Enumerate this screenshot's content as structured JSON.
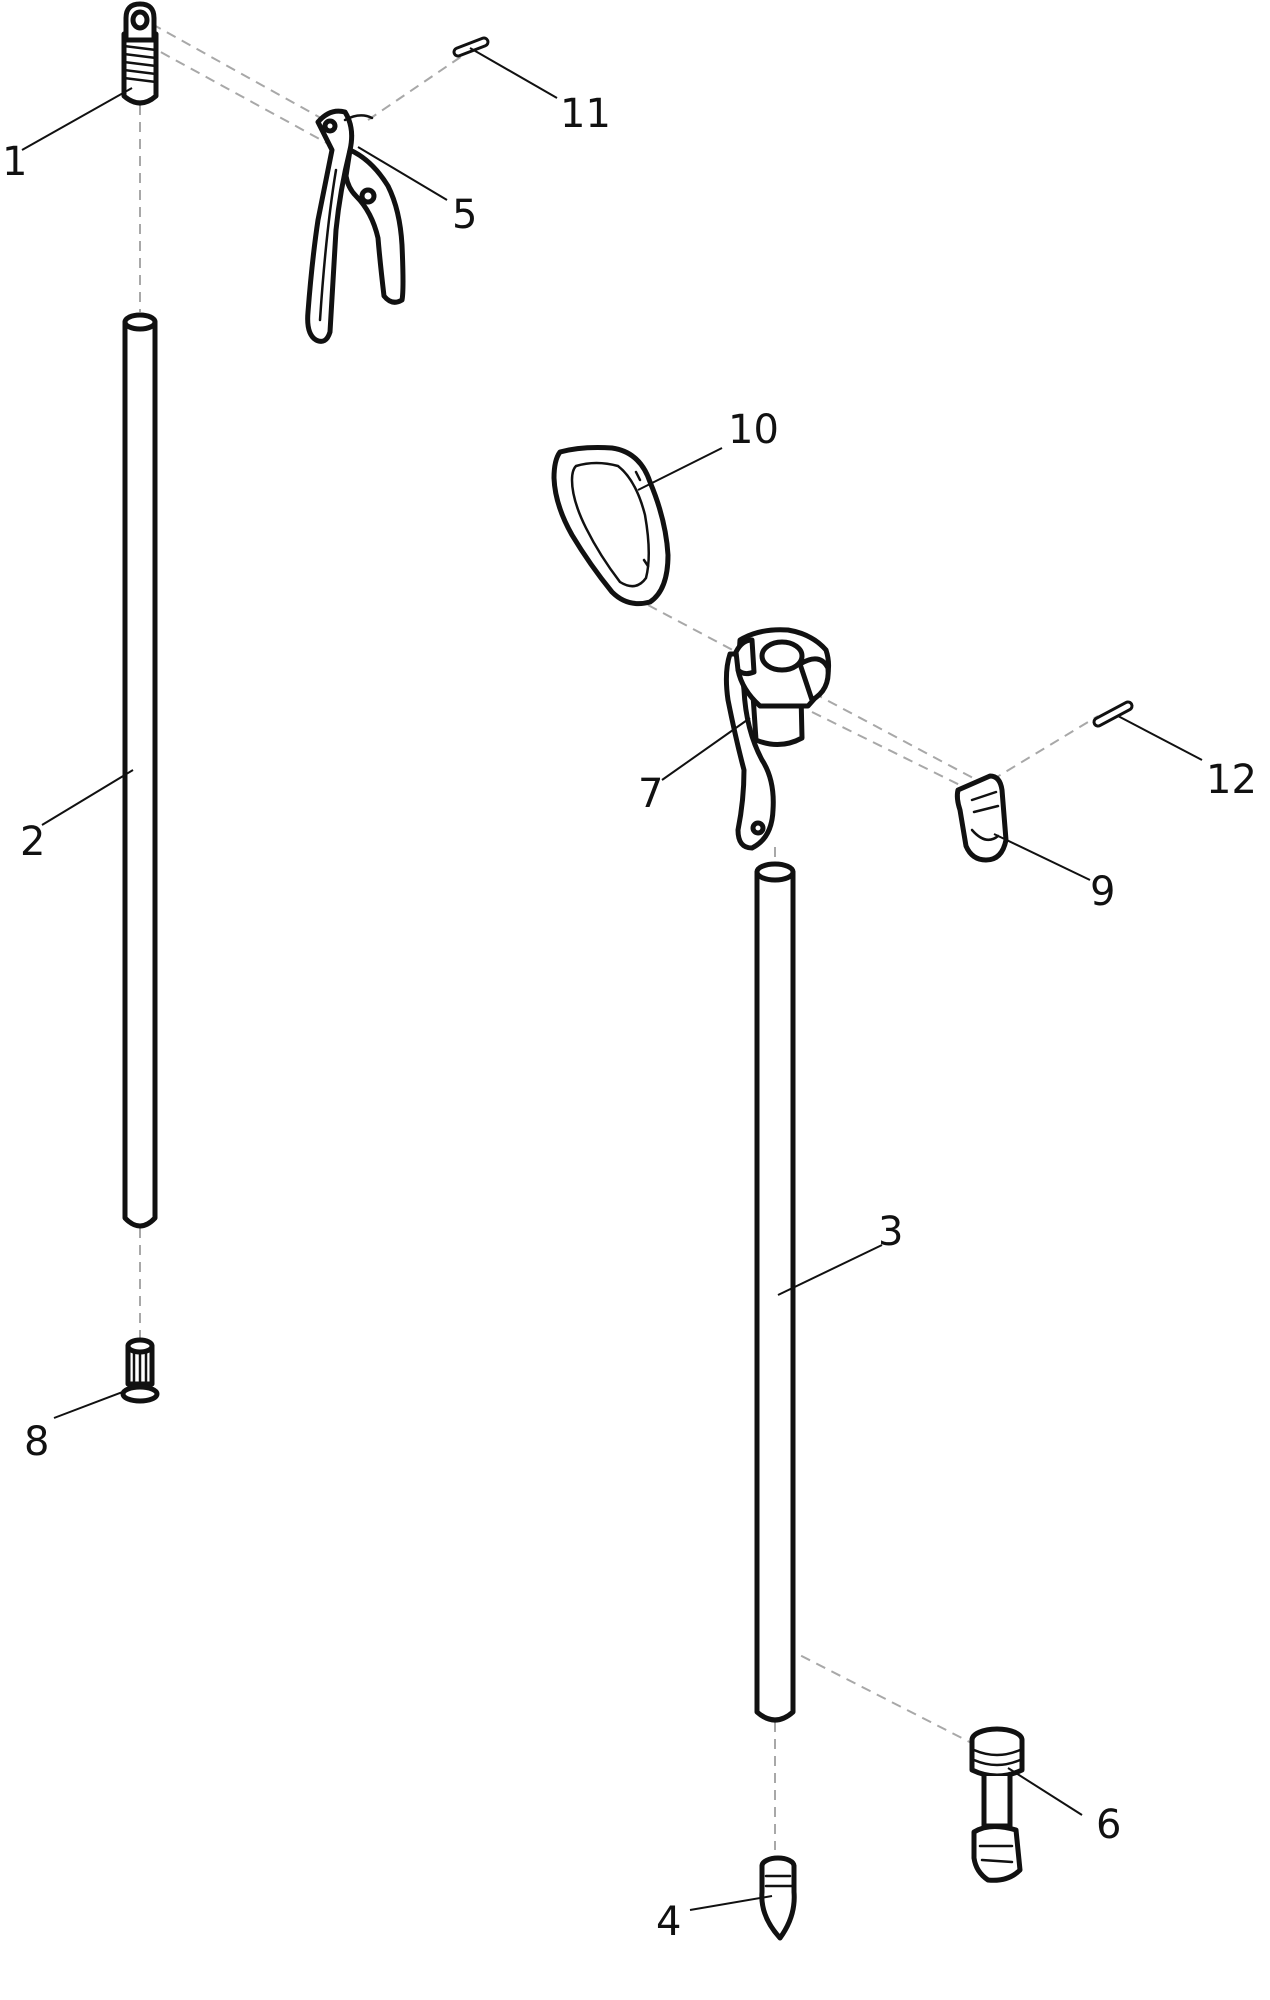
{
  "diagram": {
    "parts": [
      {
        "id": "p1",
        "label": "1"
      },
      {
        "id": "p2",
        "label": "2"
      },
      {
        "id": "p3",
        "label": "3"
      },
      {
        "id": "p4",
        "label": "4"
      },
      {
        "id": "p5",
        "label": "5"
      },
      {
        "id": "p6",
        "label": "6"
      },
      {
        "id": "p7",
        "label": "7"
      },
      {
        "id": "p8",
        "label": "8"
      },
      {
        "id": "p9",
        "label": "9"
      },
      {
        "id": "p10",
        "label": "10"
      },
      {
        "id": "p11",
        "label": "11"
      },
      {
        "id": "p12",
        "label": "12"
      }
    ]
  }
}
